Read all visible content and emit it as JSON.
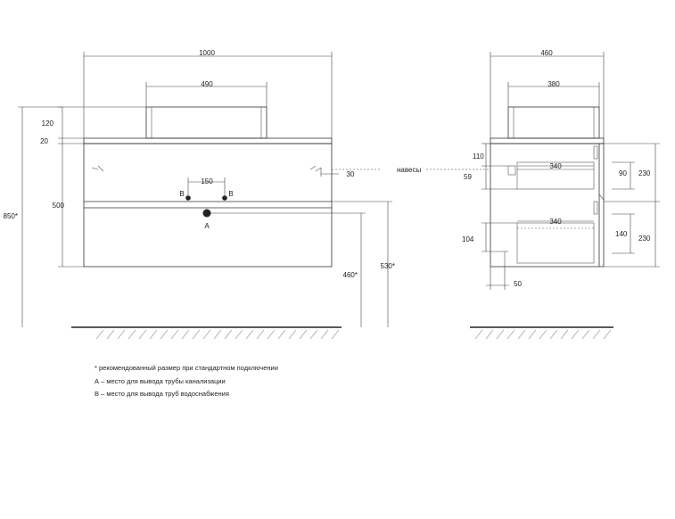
{
  "front_view": {
    "dims": {
      "total_width": "1000",
      "basin_width": "490",
      "basin_height": "120",
      "top_thickness": "20",
      "drawer_height": "500",
      "total_height": "850*",
      "b_spacing": "150",
      "hanger_offset": "30",
      "drain_height": "460*",
      "supply_height": "530*"
    },
    "labels": {
      "b_left": "B",
      "b_right": "B",
      "a": "A",
      "hangers": "навесы"
    }
  },
  "side_view": {
    "dims": {
      "total_depth": "460",
      "basin_depth": "380",
      "top_drawer_inner_depth": "340",
      "bottom_drawer_inner_depth": "340",
      "top_gap": "110",
      "top_drawer_small": "59",
      "top_drawer_inner_height": "90",
      "top_drawer_height": "230",
      "bottom_drawer_offset": "104",
      "bottom_drawer_inner_height": "140",
      "bottom_drawer_height": "230",
      "back_offset": "50"
    }
  },
  "notes": {
    "recommended": "* рекомендованный размер при стандартном подключении",
    "a_note": "А – место для вывода трубы канализации",
    "b_note": "В – место для вывода труб водоснабжения"
  }
}
